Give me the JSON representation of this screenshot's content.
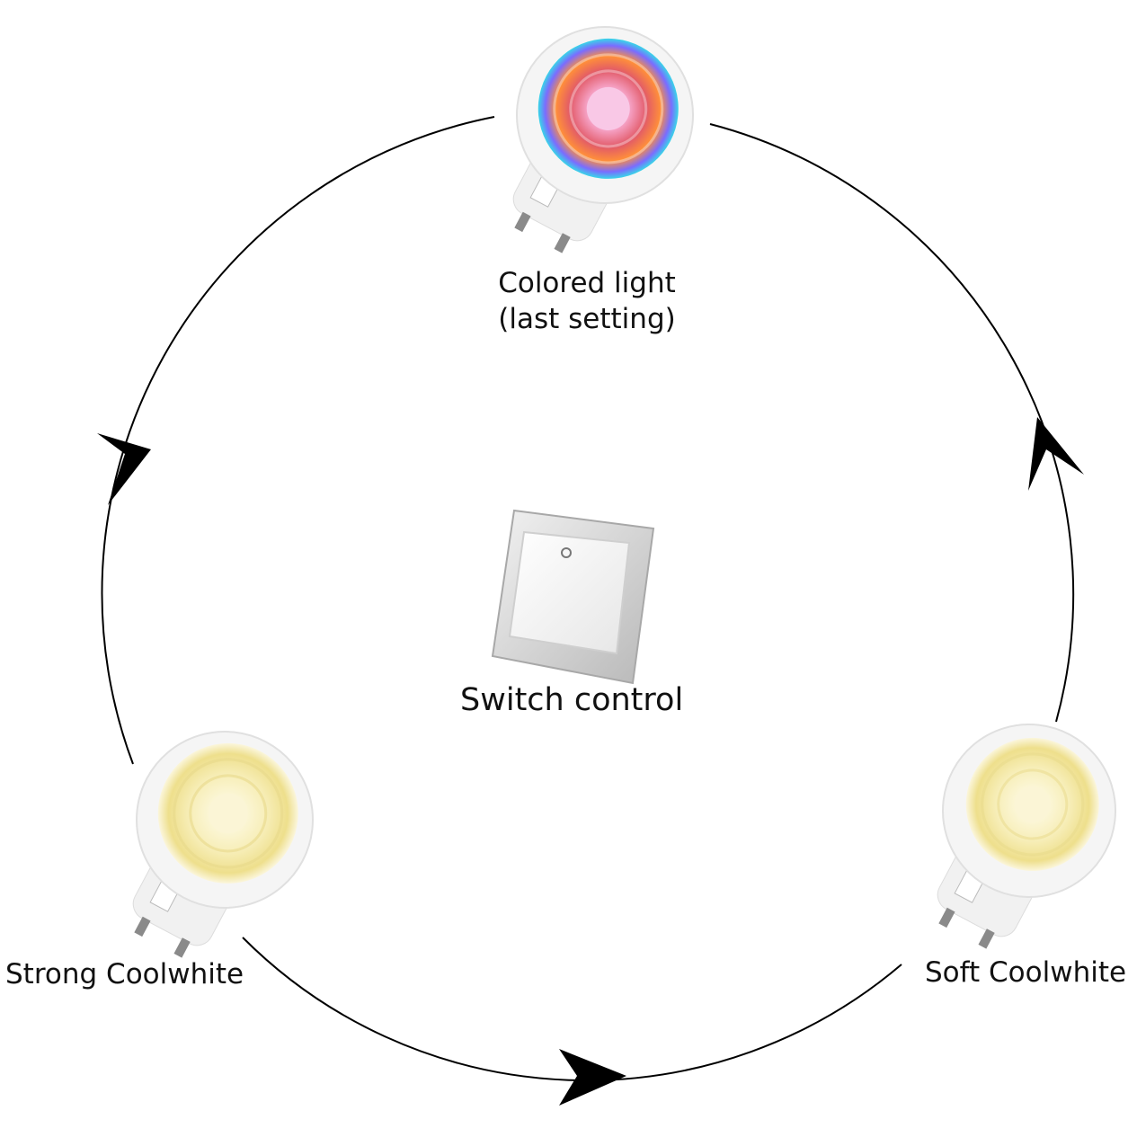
{
  "diagram": {
    "colored": {
      "line1": "Colored light",
      "line2": "(last setting)"
    },
    "strong": {
      "label": "Strong Coolwhite"
    },
    "soft": {
      "label": "Soft Coolwhite"
    },
    "switch": {
      "label": "Switch control"
    }
  },
  "colors": {
    "line": "#000000",
    "bulb_body": "#f4f4f4",
    "warm_glow": "#f3e7a6",
    "pins": "#8a8a8a"
  }
}
